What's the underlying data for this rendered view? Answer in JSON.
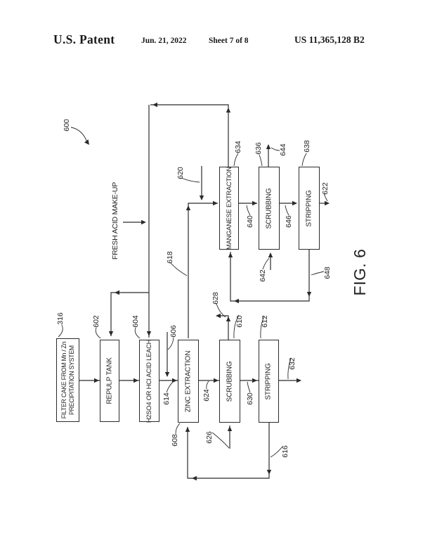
{
  "header": {
    "title": "U.S. Patent",
    "date": "Jun. 21, 2022",
    "sheet": "Sheet 7 of 8",
    "number": "US 11,365,128 B2"
  },
  "figure": {
    "fig_label": "FIG. 6"
  },
  "diagram": {
    "fresh_acid_label": "FRESH ACID MAKE-UP",
    "boxes": [
      {
        "ref": "316",
        "line1": "FILTER CAKE FROM Mn / Zn",
        "line2": "PRECIPITATION SYSTEM"
      },
      {
        "ref": "602",
        "label": "REPULP TANK"
      },
      {
        "ref": "604",
        "label": "H2SO4 OR HCl ACID LEACH"
      },
      {
        "ref": "608",
        "label": "ZINC EXTRACTION"
      },
      {
        "ref": "610",
        "label": "SCRUBBING"
      },
      {
        "ref": "612",
        "label": "STRIPPING"
      },
      {
        "ref": "634",
        "label": "MANGANESE EXTRACTION"
      },
      {
        "ref": "636",
        "label": "SCRUBBING"
      },
      {
        "ref": "638",
        "label": "STRIPPING"
      }
    ],
    "refs": {
      "600": "600",
      "316": "316",
      "602": "602",
      "604": "604",
      "606": "606",
      "608": "608",
      "610": "610",
      "612": "612",
      "614": "614",
      "616": "616",
      "618": "618",
      "620": "620",
      "622": "622",
      "624": "624",
      "626": "626",
      "628": "628",
      "630": "630",
      "632": "632",
      "634": "634",
      "636": "636",
      "638": "638",
      "640": "640",
      "642": "642",
      "644": "644",
      "646": "646",
      "648": "648"
    }
  }
}
